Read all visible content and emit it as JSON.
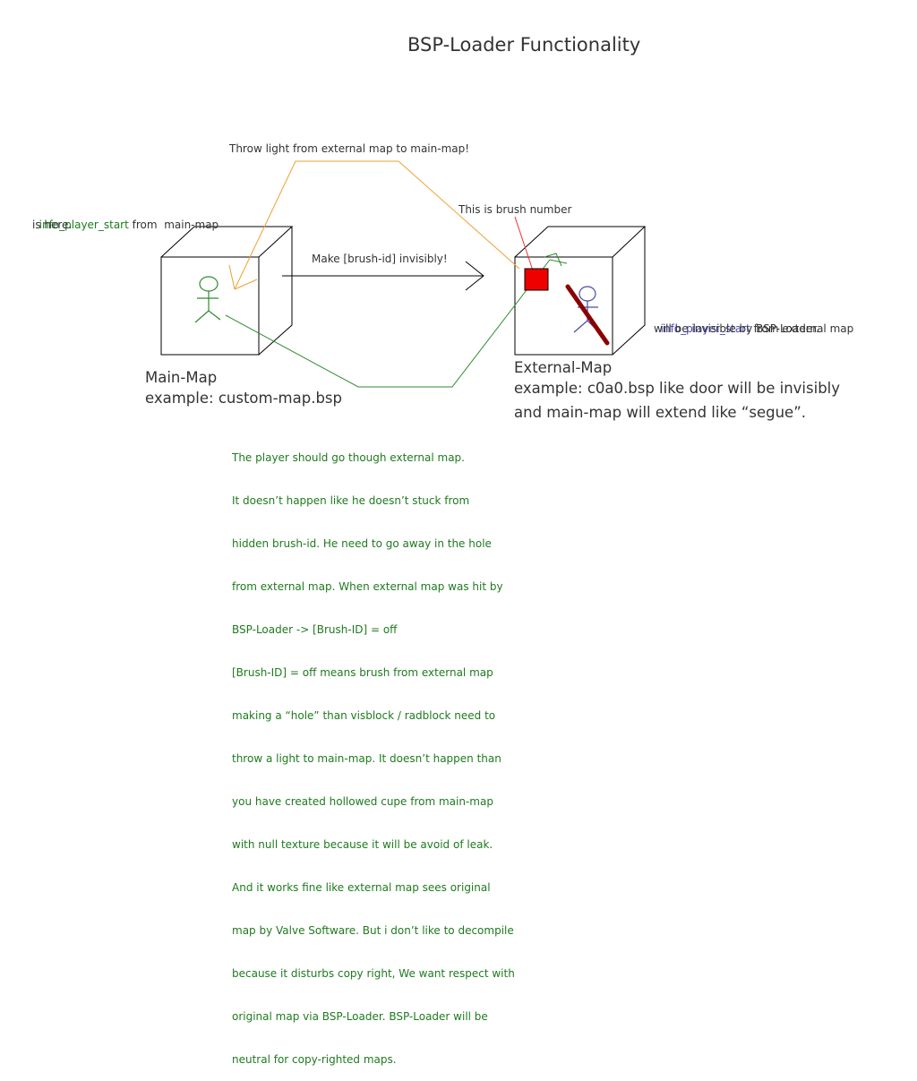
{
  "title": "BSP-Loader Functionality",
  "labels": {
    "throw_light": "Throw light from external map to main-map!",
    "brush_number": "This is brush number",
    "make_invisible": "Make [brush-id] invisibly!",
    "player_start_main_keyword": "info_player_start",
    "player_start_main_rest": " from  main-map",
    "player_start_main_line2": "is here.",
    "player_start_ext_keyword": "info_player_start",
    "player_start_ext_rest": " from external map",
    "player_start_ext_line2": "will be invisible by BSP-Loader."
  },
  "main_map": {
    "name": "Main-Map",
    "example": "example: custom-map.bsp"
  },
  "external_map": {
    "name": "External-Map",
    "example": "example: c0a0.bsp like door will be invisibly",
    "example_line2": "and main-map will extend like “segue”."
  },
  "description": [
    "The player should go though external map.",
    "It doesn’t happen like he doesn’t stuck from",
    "hidden brush-id. He need to go away in the hole",
    "from external map. When external map was hit by",
    "BSP-Loader -> [Brush-ID] = off",
    "[Brush-ID] = off means brush from external map",
    "making a “hole” than visblock / radblock need to",
    "throw a light to main-map. It doesn’t happen than",
    "you have created hollowed cupe from main-map",
    "with null texture because it will be avoid of leak.",
    "And it works fine like external map sees original",
    "map by Valve Software. But i don’t like to decompile",
    "because it disturbs copy right, We want respect with",
    "original map via BSP-Loader. BSP-Loader will be",
    "neutral for copy-righted maps."
  ],
  "colors": {
    "green": "#1f7a1f",
    "orange": "#f0a030",
    "blue": "#4a4aa8",
    "brush_red": "#ee0000",
    "bar": "#8b0000"
  }
}
